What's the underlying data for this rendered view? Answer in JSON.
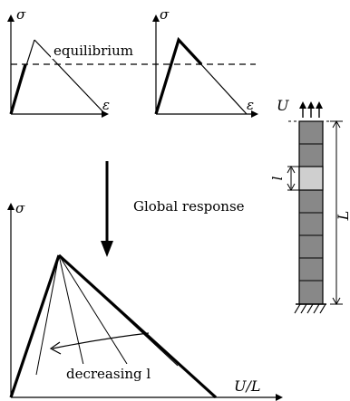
{
  "top_left_plot": {
    "ylabel": "σ",
    "xlabel": "ε",
    "equilibrium_label": "equilibrium"
  },
  "top_right_plot": {
    "ylabel": "σ",
    "xlabel": "ε"
  },
  "arrow_label": "Global response",
  "bar": {
    "top_label": "U",
    "segment_label": "l",
    "length_label": "L"
  },
  "bottom_plot": {
    "ylabel": "σ",
    "xlabel": "U/L",
    "annotation": "decreasing l"
  },
  "colors": {
    "line": "#000000",
    "bar_element": "#888888",
    "bar_weak_element": "#cfcfcf"
  }
}
